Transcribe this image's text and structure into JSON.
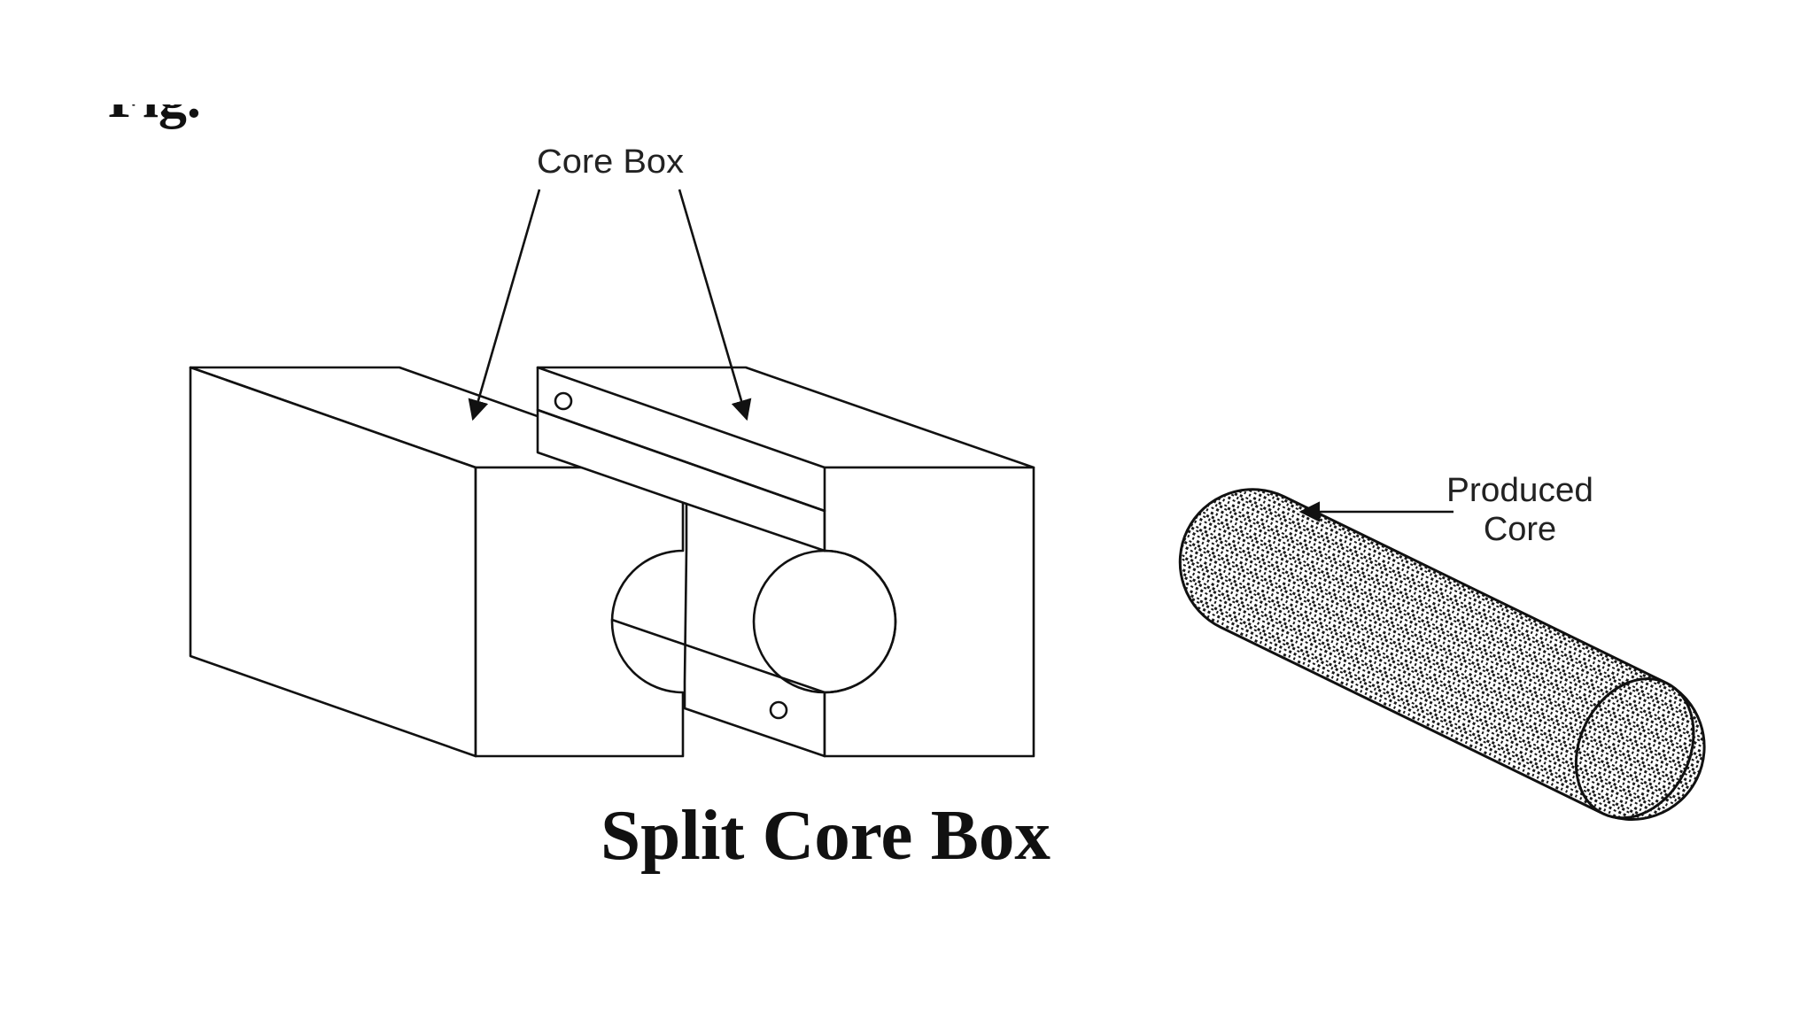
{
  "diagram": {
    "corner_fragment": "Fig.",
    "core_box_label": "Core Box",
    "produced_core_label_line1": "Produced",
    "produced_core_label_line2": "Core",
    "title": "Split Core Box"
  },
  "colors": {
    "background": "#ffffff",
    "ink": "#111111",
    "core_speckle": "#1a1a1a"
  }
}
